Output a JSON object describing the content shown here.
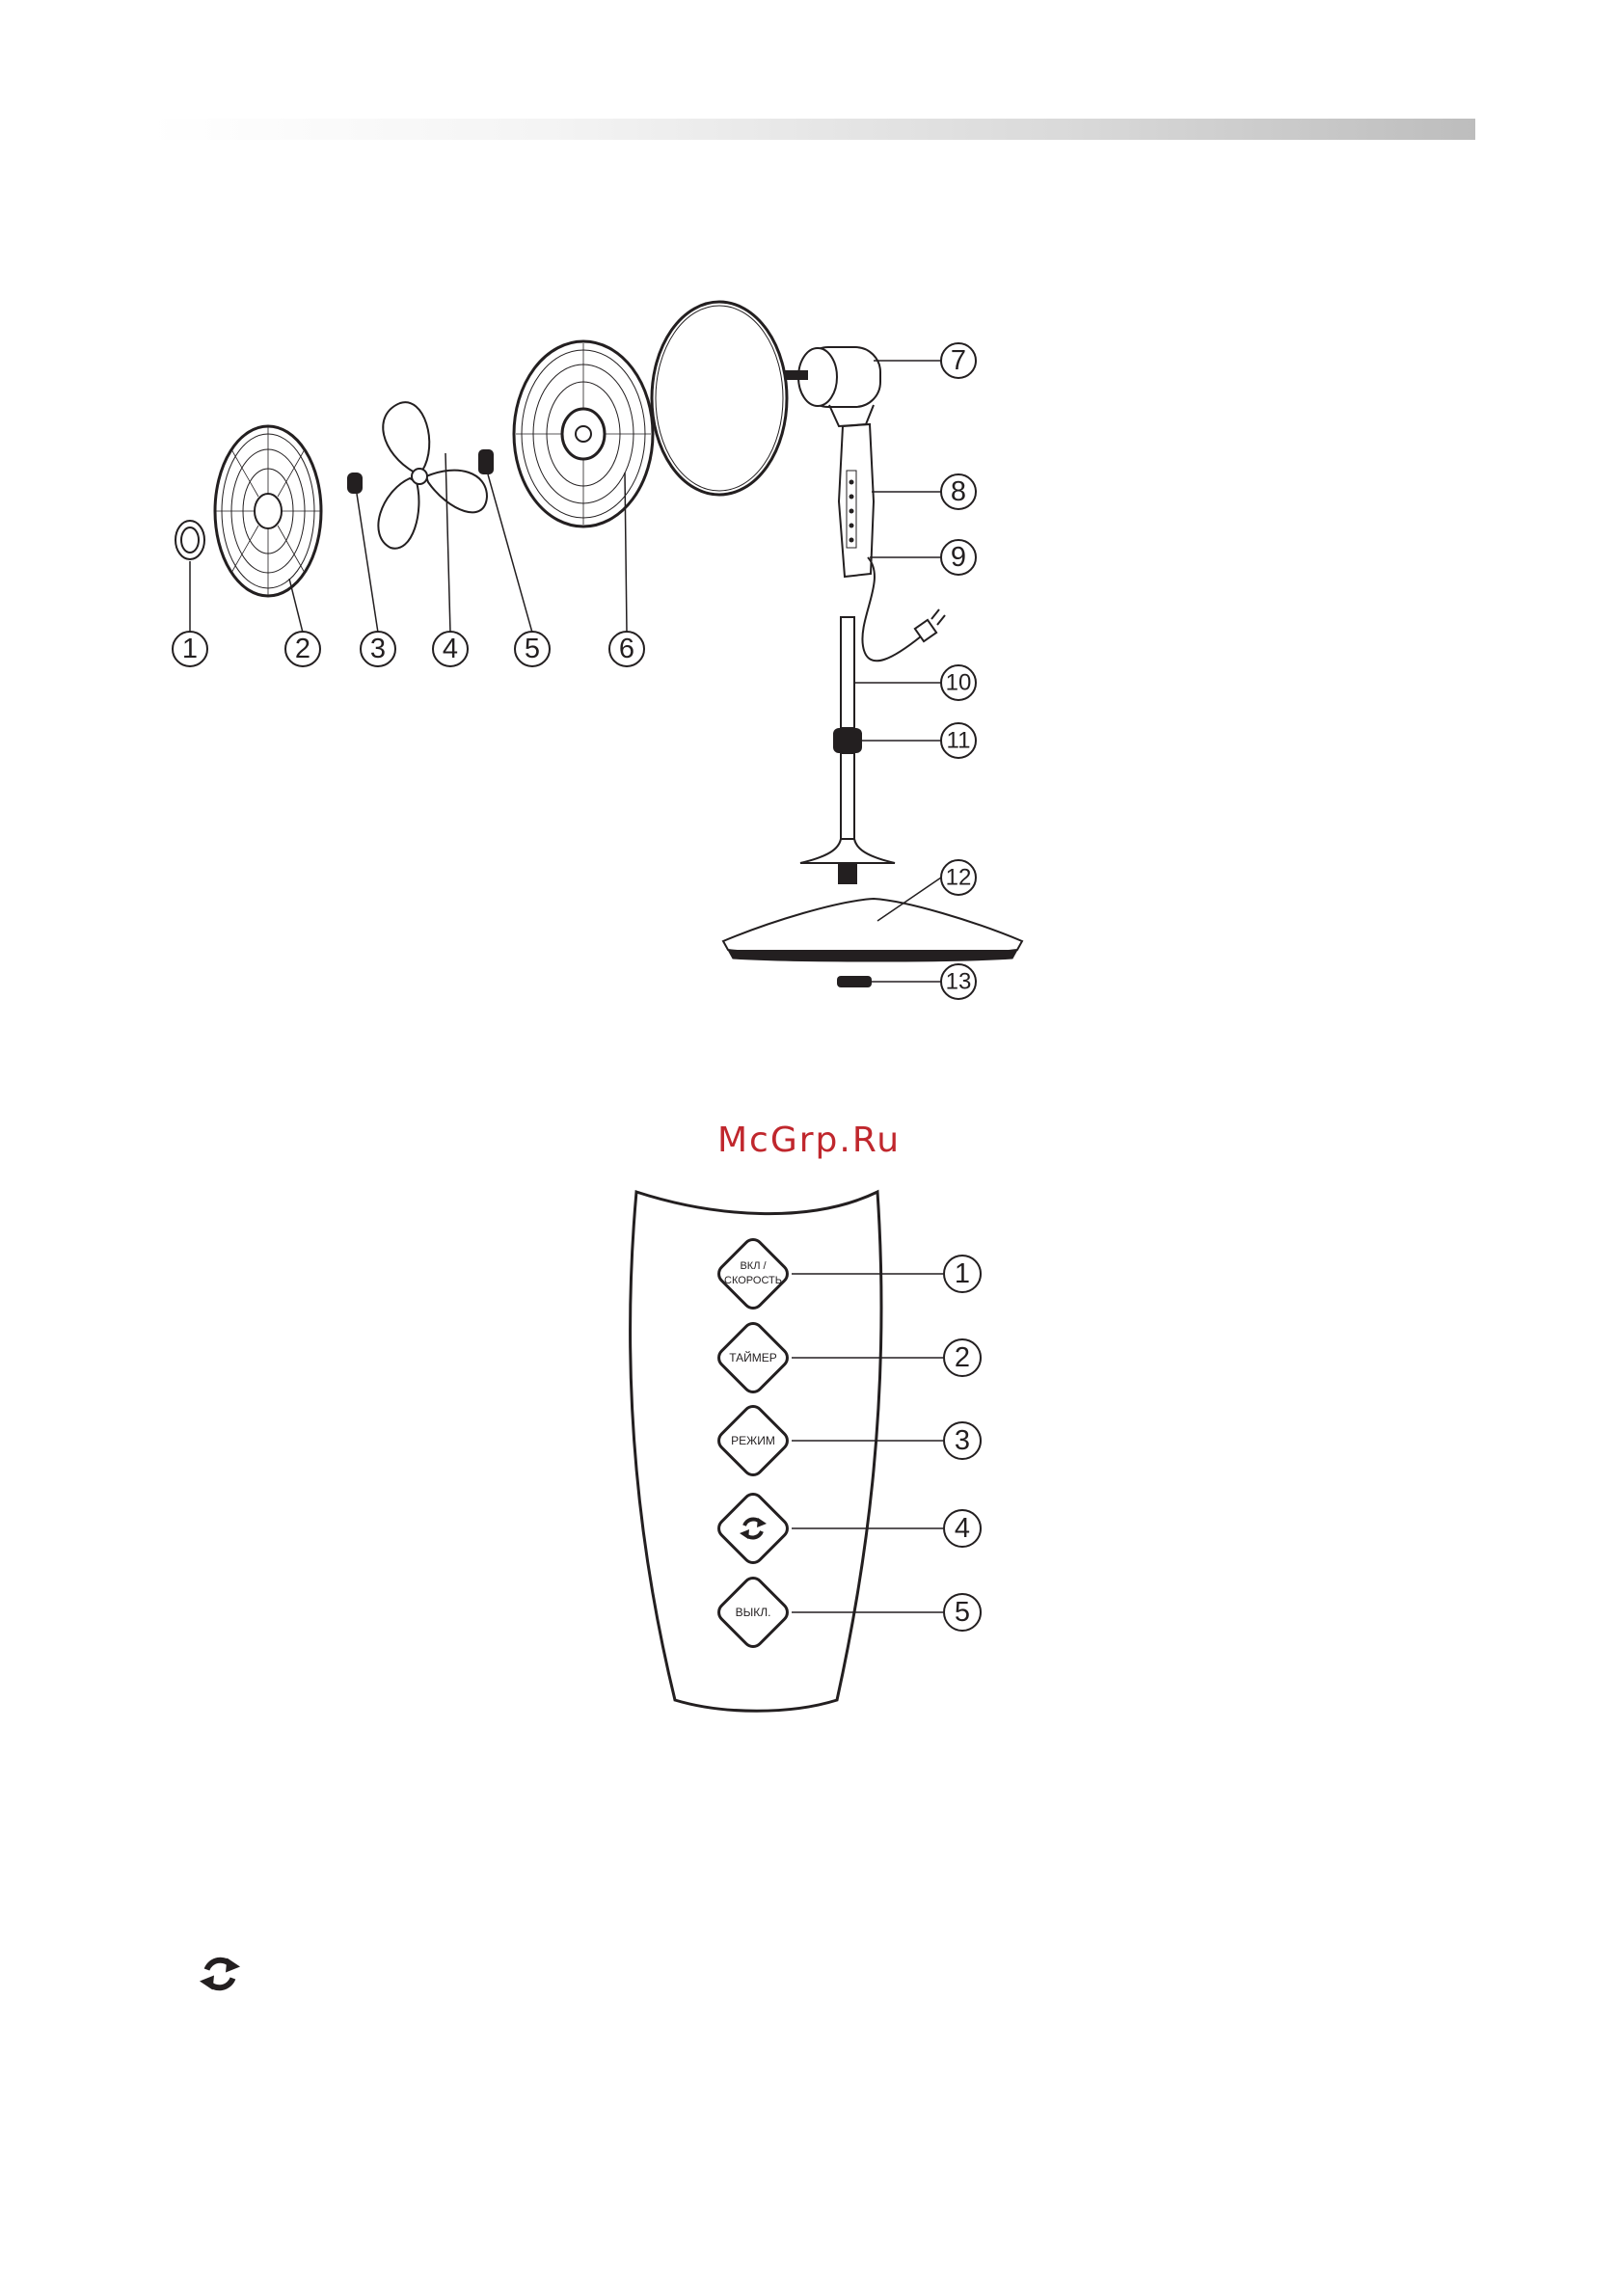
{
  "watermark": "McGrp.Ru",
  "exploded_view": {
    "callouts": [
      "1",
      "2",
      "3",
      "4",
      "5",
      "6",
      "7",
      "8",
      "9",
      "10",
      "11",
      "12",
      "13"
    ]
  },
  "control_panel": {
    "buttons": [
      {
        "label_line1": "ВКЛ /",
        "label_line2": "СКОРОСТЬ",
        "callout": "1"
      },
      {
        "label_line1": "ТАЙМЕР",
        "label_line2": "",
        "callout": "2"
      },
      {
        "label_line1": "РЕЖИМ",
        "label_line2": "",
        "callout": "3"
      },
      {
        "label_line1": "",
        "label_line2": "",
        "icon": "rotate-icon",
        "callout": "4"
      },
      {
        "label_line1": "ВЫКЛ.",
        "label_line2": "",
        "callout": "5"
      }
    ]
  },
  "legend_icon": "rotate-icon",
  "colors": {
    "line": "#231f20",
    "watermark": "#c0272d"
  }
}
